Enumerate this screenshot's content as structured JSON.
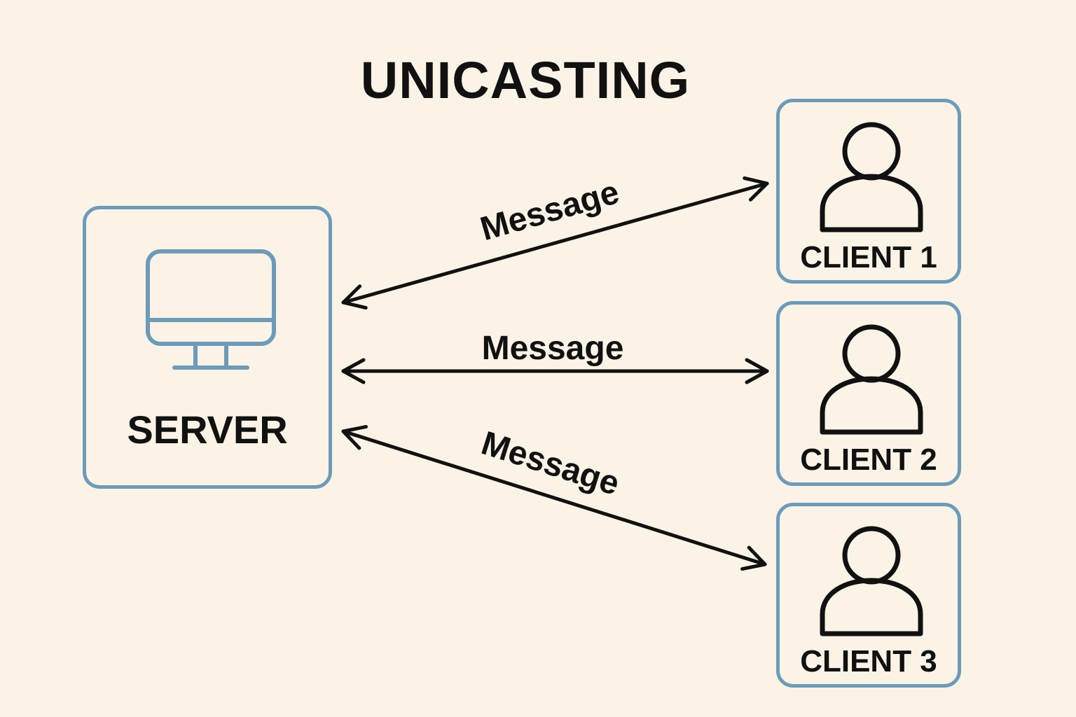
{
  "title": "UNICASTING",
  "server": {
    "label": "SERVER",
    "icon": "monitor-icon"
  },
  "clients": [
    {
      "label": "CLIENT 1",
      "icon": "user-icon"
    },
    {
      "label": "CLIENT 2",
      "icon": "user-icon"
    },
    {
      "label": "CLIENT 3",
      "icon": "user-icon"
    }
  ],
  "connections": [
    {
      "label": "Message",
      "from": "SERVER",
      "to": "CLIENT 1",
      "direction": "bidirectional"
    },
    {
      "label": "Message",
      "from": "SERVER",
      "to": "CLIENT 2",
      "direction": "bidirectional"
    },
    {
      "label": "Message",
      "from": "SERVER",
      "to": "CLIENT 3",
      "direction": "bidirectional"
    }
  ],
  "colors": {
    "background": "#faf3e6",
    "box_border": "#6c9bba",
    "text": "#111111",
    "arrow": "#111111"
  }
}
